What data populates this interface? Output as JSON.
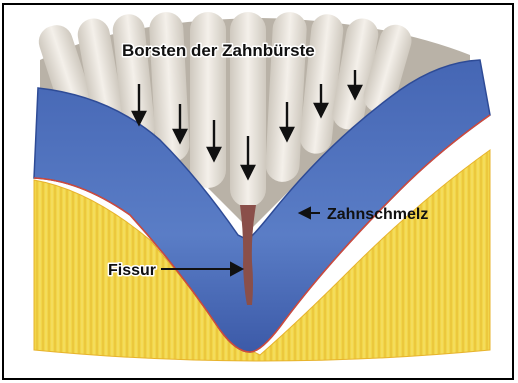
{
  "labels": {
    "bristles": "Borsten der Zahnbürste",
    "enamel": "Zahnschmelz",
    "fissure": "Fissur"
  },
  "colors": {
    "dentin_yellow": "#f2d64a",
    "enamel_blue": "#5577c2",
    "bristle_white": "#e9e4dc",
    "border": "#000000",
    "background": "#ffffff"
  },
  "icons": {
    "arrow": "down-arrow-icon"
  }
}
